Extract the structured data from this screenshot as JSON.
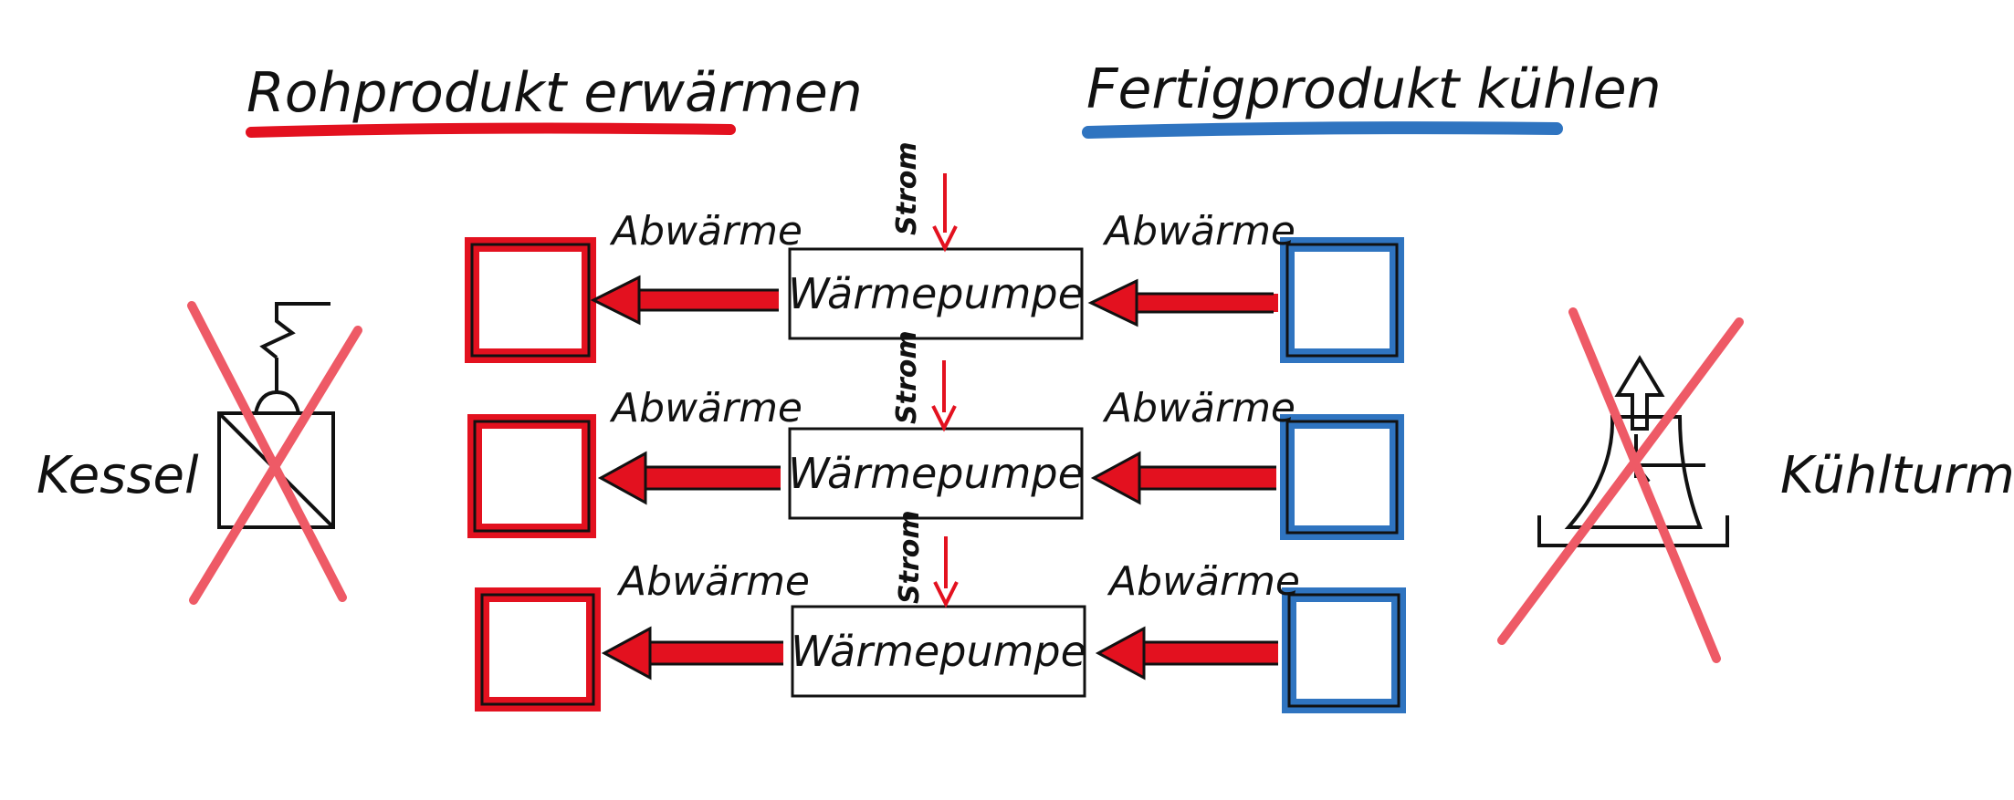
{
  "titles": {
    "left": "Rohprodukt erwärmen",
    "right": "Fertigprodukt kühlen"
  },
  "side_labels": {
    "left": "Kessel",
    "right": "Kühlturm"
  },
  "rows": [
    {
      "pump": "Wärmepumpe",
      "power": "Strom",
      "left_heat": "Abwärme",
      "right_heat": "Abwärme"
    },
    {
      "pump": "Wärmepumpe",
      "power": "Strom",
      "left_heat": "Abwärme",
      "right_heat": "Abwärme"
    },
    {
      "pump": "Wärmepumpe",
      "power": "Strom",
      "left_heat": "Abwärme",
      "right_heat": "Abwärme"
    }
  ],
  "colors": {
    "hot": "#e3111f",
    "cold": "#2f74c0",
    "cross": "#ee5a66",
    "ink": "#111111"
  }
}
